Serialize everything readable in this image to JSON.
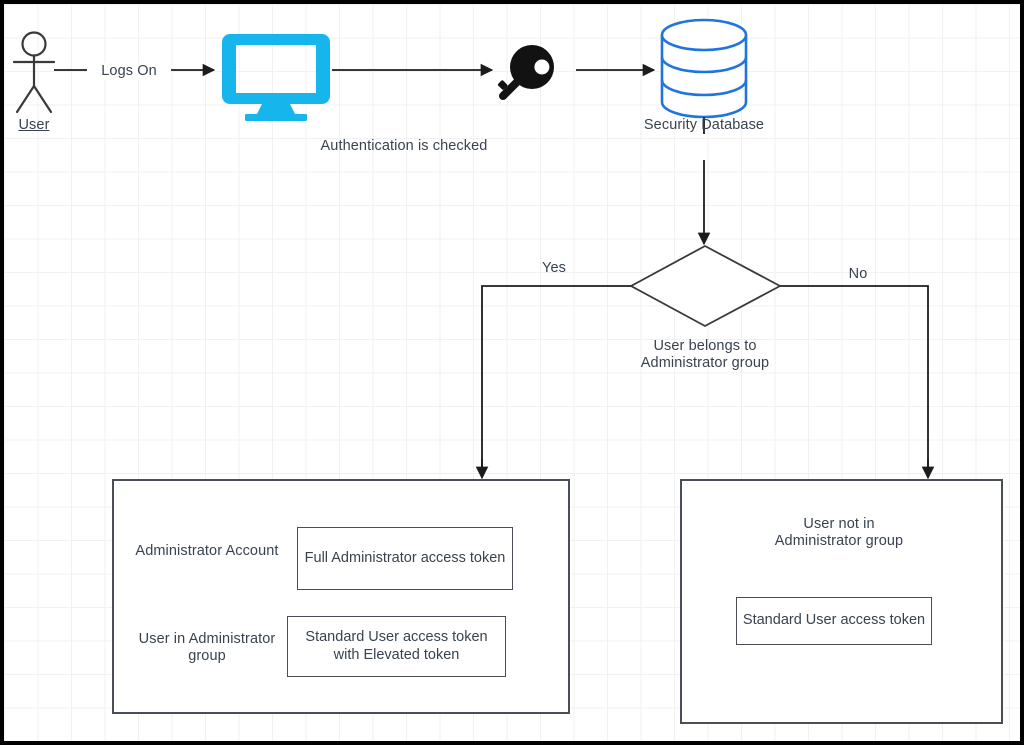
{
  "diagram": {
    "title": "Windows UAC authentication and access token flow",
    "colors": {
      "monitor_cyan": "#16b5ec",
      "database_blue": "#1f75dd",
      "key_black": "#121212",
      "tag_slate": "#39434f",
      "stroke": "#4a4f57",
      "text": "#39434f",
      "frame": "#000000",
      "grid_minor": "#f1f1f1",
      "grid_major": "#e3e3e3"
    },
    "nodes": {
      "user": {
        "label": "User",
        "icon": "stick-figure-icon"
      },
      "monitor": {
        "icon": "monitor-icon"
      },
      "key": {
        "icon": "key-icon"
      },
      "database": {
        "label": "Security Database",
        "icon": "database-cylinder-icon"
      },
      "decision": {
        "label": "User belongs to\nAdministrator group",
        "shape": "diamond"
      }
    },
    "edges": {
      "logs_on": "Logs On",
      "auth_checked": "Authentication is checked",
      "yes": "Yes",
      "no": "No"
    },
    "admin_box": {
      "rows": [
        {
          "role": "Administrator Account",
          "token": "Full Administrator access token",
          "icon": "token-tag-icon"
        },
        {
          "role": "User in Administrator\ngroup",
          "token": "Standard User access token with\nElevated token",
          "icon": "token-tag-icon"
        }
      ]
    },
    "standard_box": {
      "heading": "User not in\nAdministrator group",
      "token": "Standard User access token",
      "icon": "token-tag-icon"
    }
  }
}
